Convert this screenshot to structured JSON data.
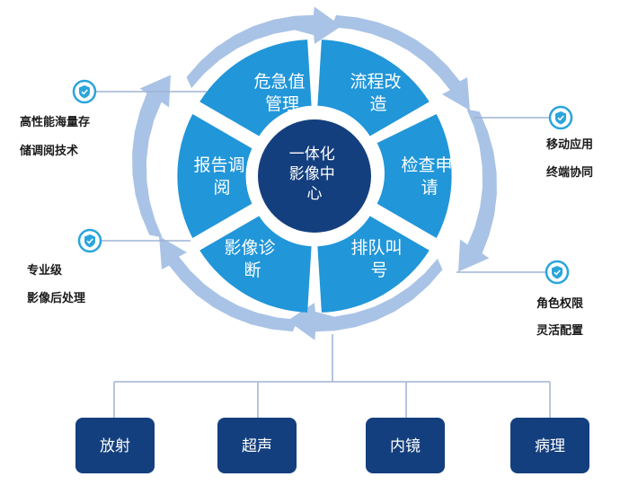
{
  "center": {
    "lines": [
      "一体化",
      "影像中",
      "心"
    ]
  },
  "segments": [
    {
      "lines": [
        "流程改",
        "造"
      ]
    },
    {
      "lines": [
        "检查申",
        "请"
      ]
    },
    {
      "lines": [
        "排队叫",
        "号"
      ]
    },
    {
      "lines": [
        "影像诊",
        "断"
      ]
    },
    {
      "lines": [
        "报告调",
        "阅"
      ]
    },
    {
      "lines": [
        "危急值",
        "管理"
      ]
    }
  ],
  "features": [
    {
      "icon": "shield-check-icon",
      "lines": [
        "高性能海量存",
        "储调阅技术"
      ]
    },
    {
      "icon": "shield-check-icon",
      "lines": [
        "移动应用",
        "终端协同"
      ]
    },
    {
      "icon": "shield-check-icon",
      "lines": [
        "专业级",
        "影像后处理"
      ]
    },
    {
      "icon": "shield-check-icon",
      "lines": [
        "角色权限",
        "灵活配置"
      ]
    }
  ],
  "departments": [
    "放射",
    "超声",
    "内镜",
    "病理"
  ],
  "colors": {
    "segment": "#2196d9",
    "arrow_ring": "#a9c3e6",
    "center": "#143f7e",
    "dept_box": "#143f7e",
    "connector": "#9fb3d3"
  }
}
